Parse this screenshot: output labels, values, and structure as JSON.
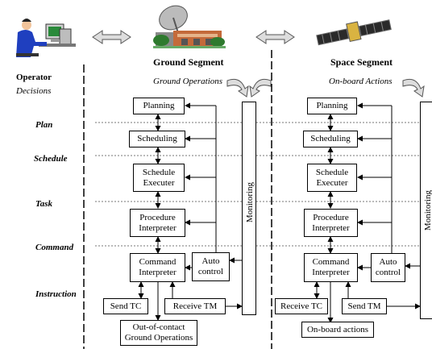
{
  "operator": {
    "title": "Operator",
    "subtitle": "Decisions"
  },
  "ground": {
    "title": "Ground Segment",
    "subtitle": "Ground Operations"
  },
  "space": {
    "title": "Space Segment",
    "subtitle": "On-board Actions"
  },
  "levels": {
    "plan": "Plan",
    "schedule": "Schedule",
    "task": "Task",
    "command": "Command",
    "instruction": "Instruction"
  },
  "ground_boxes": {
    "planning": "Planning",
    "scheduling": "Scheduling",
    "schedule_executer_1": "Schedule",
    "schedule_executer_2": "Executer",
    "procedure_1": "Procedure",
    "procedure_2": "Interpreter",
    "command_1": "Command",
    "command_2": "Interpreter",
    "auto_1": "Auto",
    "auto_2": "control",
    "monitoring": "Monitoring",
    "send_tc": "Send TC",
    "receive_tm": "Receive TM",
    "ooc_1": "Out-of-contact",
    "ooc_2": "Ground Operations"
  },
  "space_boxes": {
    "planning": "Planning",
    "scheduling": "Scheduling",
    "schedule_executer_1": "Schedule",
    "schedule_executer_2": "Executer",
    "procedure_1": "Procedure",
    "procedure_2": "Interpreter",
    "command_1": "Command",
    "command_2": "Interpreter",
    "auto_1": "Auto",
    "auto_2": "control",
    "monitoring": "Monitoring",
    "receive_tc": "Receive TC",
    "send_tm": "Send TM",
    "onboard": "On-board actions"
  },
  "icons": [
    "operator-workstation-icon",
    "satellite-dish-station-icon",
    "satellite-icon",
    "double-arrow-icon",
    "curved-arrow-icon"
  ],
  "colors": {
    "operator_shirt": "#1f3fbf",
    "skin": "#f2c49b",
    "screen": "#2a8a3a",
    "dish": "#9a9a9a",
    "building": "#c46a3a",
    "trees": "#2e7a2e",
    "panel": "#2a2a2a"
  }
}
